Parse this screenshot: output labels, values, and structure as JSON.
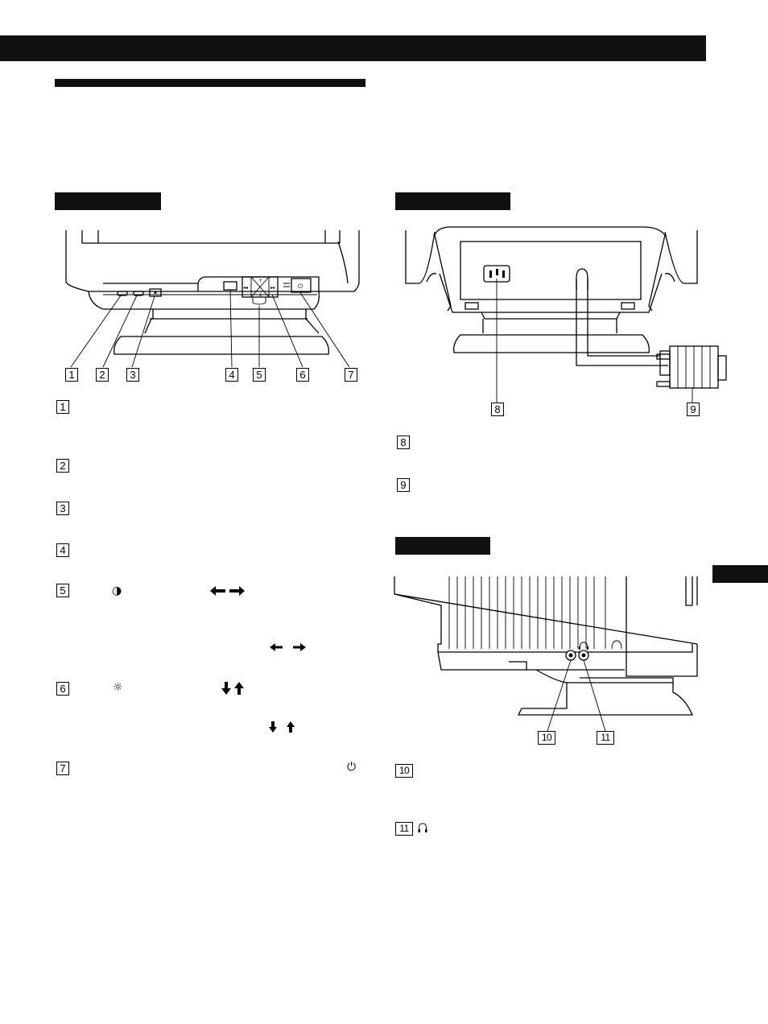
{
  "front_callouts": [
    "1",
    "2",
    "3",
    "4",
    "5",
    "6",
    "7"
  ],
  "rear_callouts": [
    "8",
    "9"
  ],
  "side_callouts": [
    "10",
    "11"
  ],
  "list_left": [
    {
      "num": "1",
      "symbol": "",
      "extra": ""
    },
    {
      "num": "2",
      "symbol": "",
      "extra": ""
    },
    {
      "num": "3",
      "symbol": "",
      "extra": ""
    },
    {
      "num": "4",
      "symbol": "",
      "extra": ""
    },
    {
      "num": "5",
      "symbol": "◑",
      "extra": "contrast-arrows"
    },
    {
      "num": "6",
      "symbol": "☼",
      "extra": "brightness-arrows"
    },
    {
      "num": "7",
      "symbol": "⏻",
      "extra": ""
    }
  ],
  "list_right": [
    {
      "num": "8",
      "symbol": ""
    },
    {
      "num": "9",
      "symbol": ""
    },
    {
      "num": "10",
      "symbol": ""
    },
    {
      "num": "11",
      "symbol": "headphones"
    }
  ],
  "icons": {
    "contrast": "half-circle-icon",
    "brightness": "sun-icon",
    "power": "power-icon",
    "headphones": "headphones-icon"
  }
}
